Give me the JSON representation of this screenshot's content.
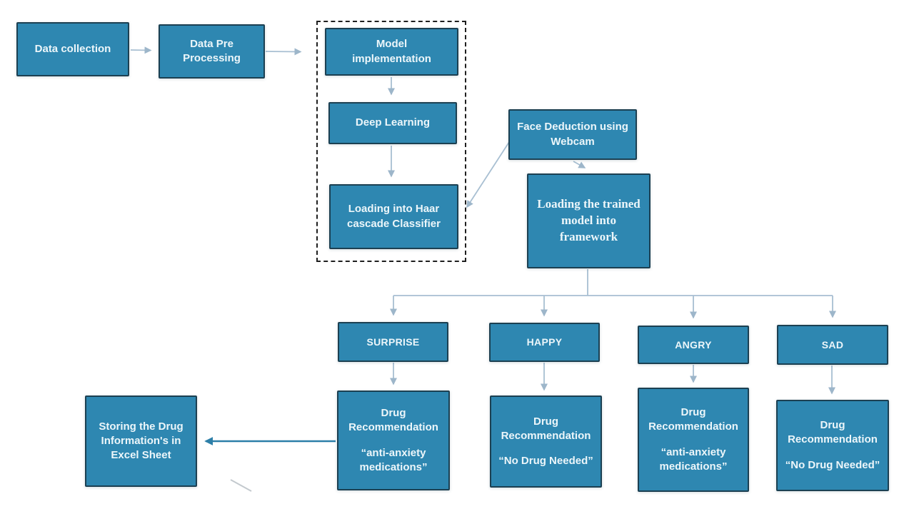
{
  "colors": {
    "node_fill": "#2e87b1",
    "node_border": "#1c4052",
    "node_text": "#ecf6fa",
    "connector_light": "#a8bfd2",
    "connector_head_light": "#9db6ca",
    "connector_dark": "#2d7fa8",
    "dashed_border": "#1f1f1f"
  },
  "nodes": {
    "data_collection": {
      "label": "Data collection"
    },
    "data_pre_processing": {
      "label": "Data Pre\nProcessing"
    },
    "model_implementation": {
      "label": "Model\nimplementation"
    },
    "deep_learning": {
      "label": "Deep Learning"
    },
    "haar_cascade": {
      "label": "Loading into Haar\ncascade Classifier"
    },
    "face_detection": {
      "label": "Face Deduction using\nWebcam"
    },
    "trained_model": {
      "label": "Loading the trained\nmodel into\nframework"
    },
    "surprise": {
      "label": "SURPRISE"
    },
    "happy": {
      "label": "HAPPY"
    },
    "angry": {
      "label": "ANGRY"
    },
    "sad": {
      "label": "SAD"
    },
    "drug_surprise": {
      "title": "Drug\nRecommendation",
      "note": "“anti-anxiety\nmedications”"
    },
    "drug_happy": {
      "title": "Drug\nRecommendation",
      "note": "“No Drug Needed”"
    },
    "drug_angry": {
      "title": "Drug\nRecommendation",
      "note": "“anti-anxiety\nmedications”"
    },
    "drug_sad": {
      "title": "Drug\nRecommendation",
      "note": "“No Drug Needed”"
    },
    "storing_excel": {
      "label": "Storing the Drug\nInformation's in\nExcel Sheet"
    }
  }
}
